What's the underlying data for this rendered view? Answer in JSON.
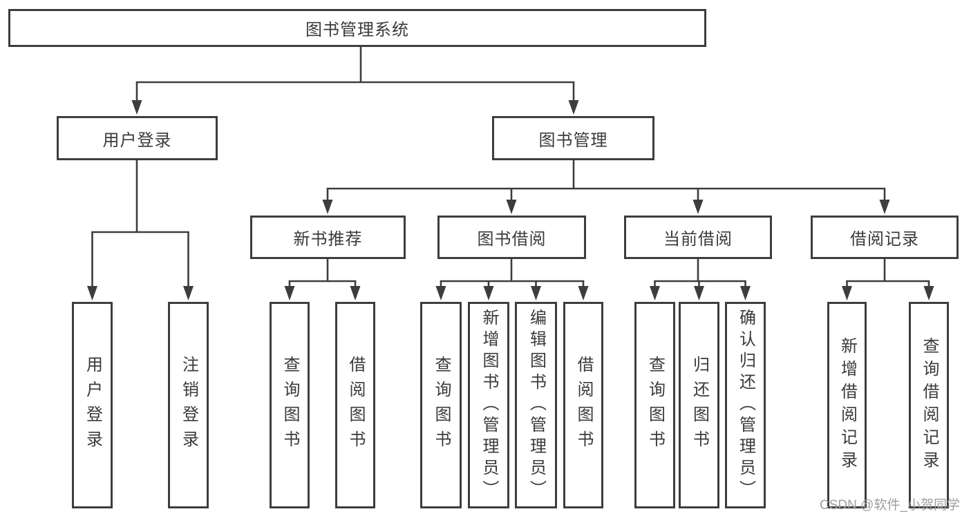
{
  "diagram": {
    "title": "图书管理系统",
    "level2": {
      "user_login": {
        "label": "用户登录"
      },
      "book_management": {
        "label": "图书管理"
      }
    },
    "level3": {
      "new_book_recommend": {
        "label": "新书推荐"
      },
      "book_borrow": {
        "label": "图书借阅"
      },
      "current_borrow": {
        "label": "当前借阅"
      },
      "borrow_records": {
        "label": "借阅记录"
      }
    },
    "leaves": {
      "user_login": [
        {
          "label": "用户登录"
        },
        {
          "label": "注销登录"
        }
      ],
      "new_book_recommend": [
        {
          "label": "查询图书"
        },
        {
          "label": "借阅图书"
        }
      ],
      "book_borrow": [
        {
          "label": "查询图书"
        },
        {
          "label": "新增图书（管理员）"
        },
        {
          "label": "编辑图书（管理员）"
        },
        {
          "label": "借阅图书"
        }
      ],
      "current_borrow": [
        {
          "label": "查询图书"
        },
        {
          "label": "归还图书"
        },
        {
          "label": "确认归还（管理员）"
        }
      ],
      "borrow_records": [
        {
          "label": "新增借阅记录"
        },
        {
          "label": "查询借阅记录"
        }
      ]
    },
    "watermark": "CSDN @软件_小贺同学",
    "colors": {
      "line": "#3d3d3d",
      "text": "#3a3a3a",
      "box_background": "#ffffff",
      "watermark": "#9e9e9e"
    }
  }
}
